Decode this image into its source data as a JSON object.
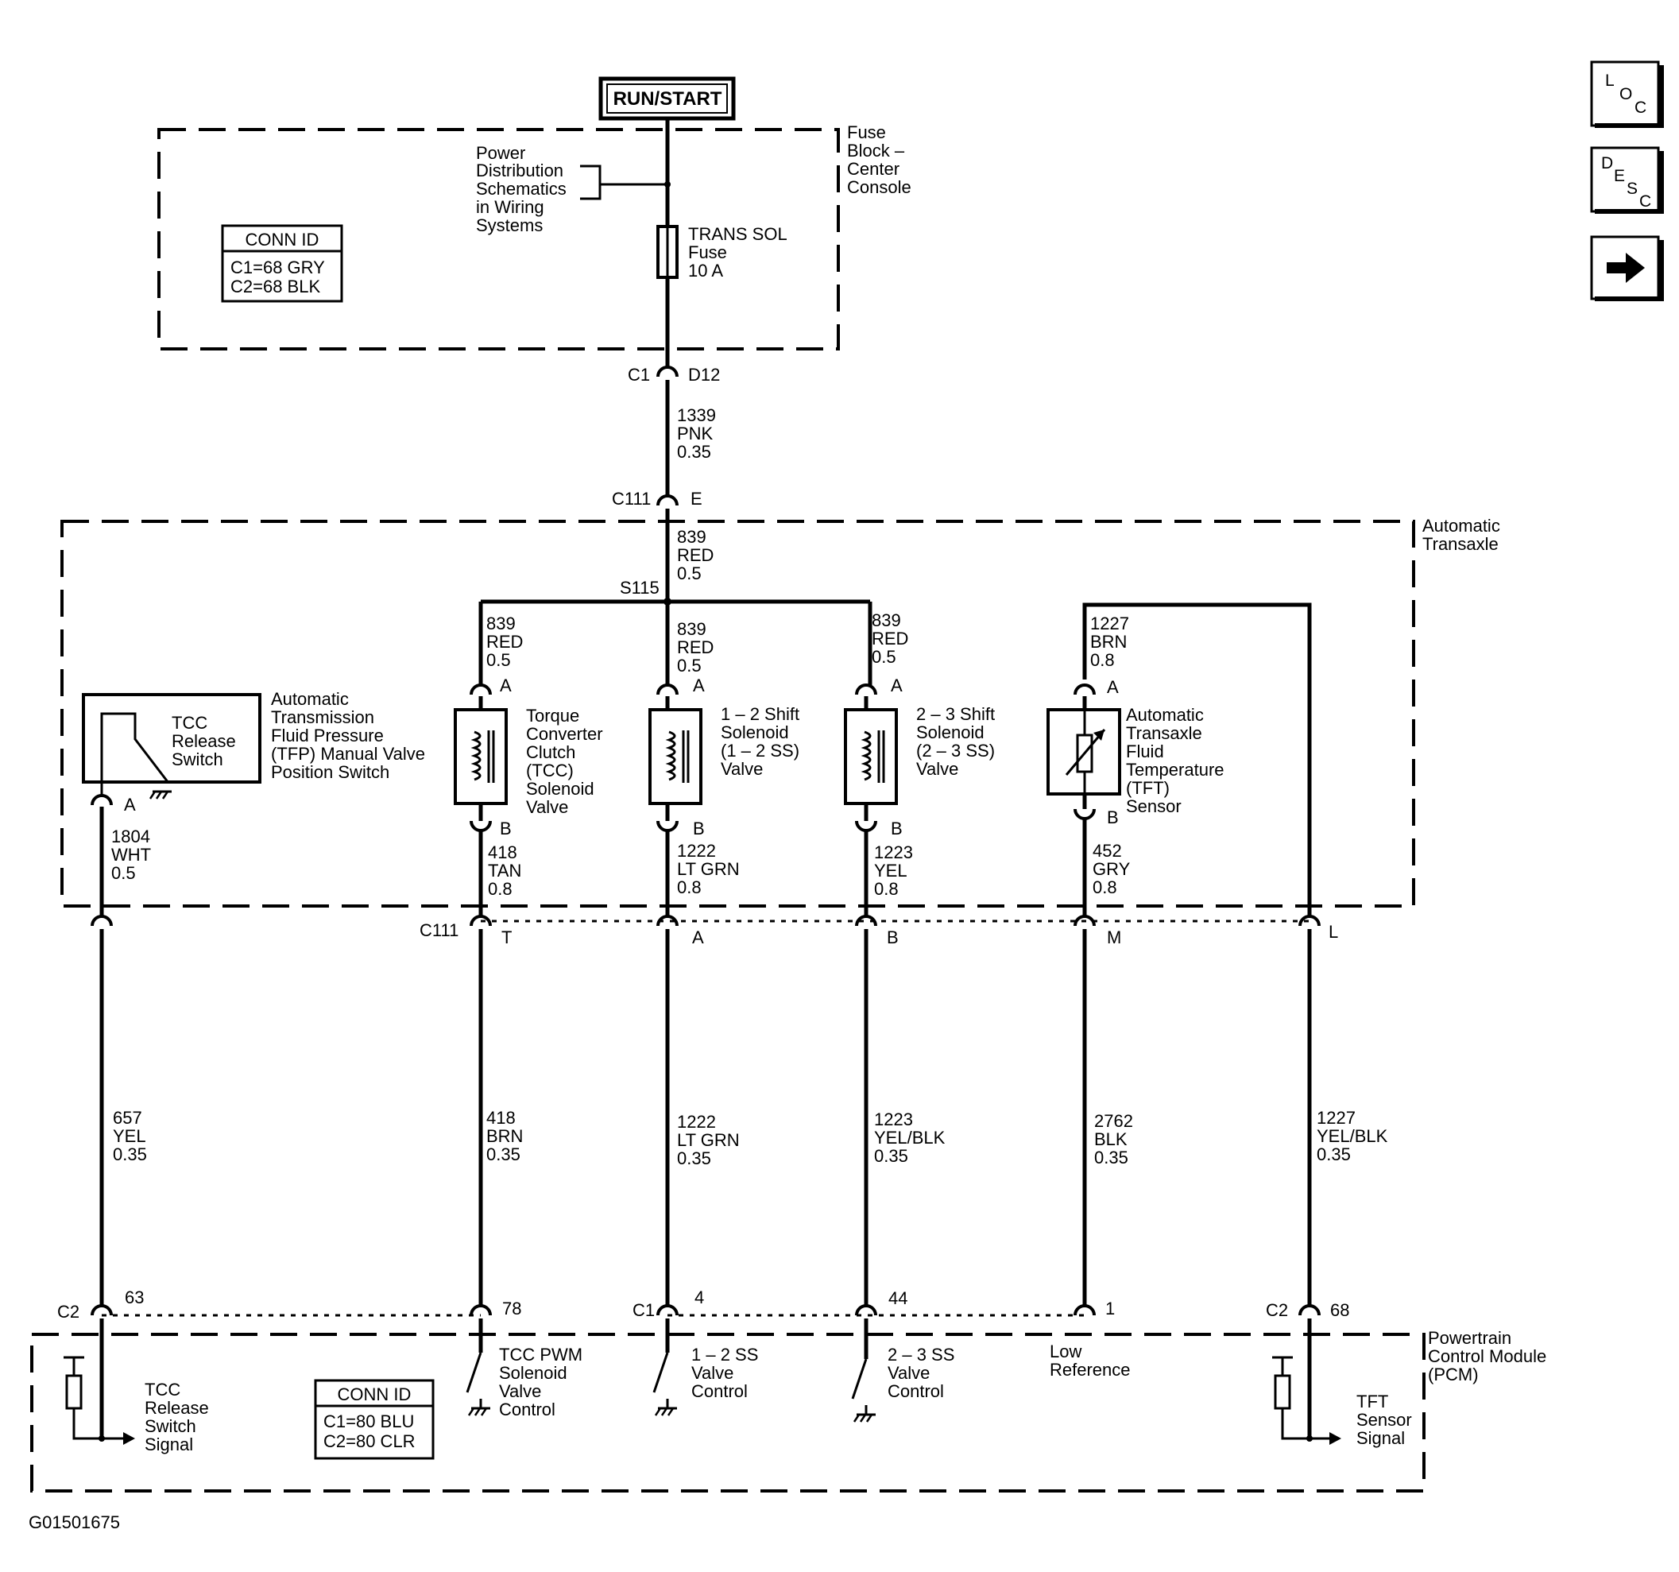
{
  "power": {
    "label": "RUN/START"
  },
  "fuse_block": {
    "name": [
      "Fuse",
      "Block –",
      "Center",
      "Console"
    ],
    "power_ref": [
      "Power",
      "Distribution",
      "Schematics",
      "in Wiring",
      "Systems"
    ],
    "fuse": [
      "TRANS SOL",
      "Fuse",
      "10 A"
    ],
    "conn_id": {
      "title": "CONN ID",
      "rows": [
        "C1=68 GRY",
        "C2=68 BLK"
      ]
    },
    "conn_left": "C1",
    "conn_right": "D12"
  },
  "wire_1339": [
    "1339",
    "PNK",
    "0.35"
  ],
  "c111_top": {
    "left": "C111",
    "right": "E"
  },
  "transaxle": {
    "name": [
      "Automatic",
      "Transaxle"
    ],
    "wire_839_main": [
      "839",
      "RED",
      "0.5"
    ],
    "splice": "S115",
    "tfp": {
      "inner": [
        "TCC",
        "Release",
        "Switch"
      ],
      "desc": [
        "Automatic",
        "Transmission",
        "Fluid Pressure",
        "(TFP) Manual Valve",
        "Position Switch"
      ],
      "pin": "A",
      "wire": [
        "1804",
        "WHT",
        "0.5"
      ]
    },
    "tcc": {
      "wire_a": [
        "839",
        "RED",
        "0.5"
      ],
      "pin_a": "A",
      "desc": [
        "Torque",
        "Converter",
        "Clutch",
        "(TCC)",
        "Solenoid",
        "Valve"
      ],
      "pin_b": "B",
      "wire_b": [
        "418",
        "TAN",
        "0.8"
      ]
    },
    "ss12": {
      "wire_a": [
        "839",
        "RED",
        "0.5"
      ],
      "pin_a": "A",
      "desc": [
        "1 – 2 Shift",
        "Solenoid",
        "(1 – 2 SS)",
        "Valve"
      ],
      "pin_b": "B",
      "wire_b": [
        "1222",
        "LT GRN",
        "0.8"
      ]
    },
    "ss23": {
      "wire_a": [
        "839",
        "RED",
        "0.5"
      ],
      "pin_a": "A",
      "desc": [
        "2 – 3 Shift",
        "Solenoid",
        "(2 – 3 SS)",
        "Valve"
      ],
      "pin_b": "B",
      "wire_b": [
        "1223",
        "YEL",
        "0.8"
      ]
    },
    "tft": {
      "wire_a": [
        "1227",
        "BRN",
        "0.8"
      ],
      "pin_a": "A",
      "desc": [
        "Automatic",
        "Transaxle",
        "Fluid",
        "Temperature",
        "(TFT)",
        "Sensor"
      ],
      "pin_b": "B",
      "wire_b": [
        "452",
        "GRY",
        "0.8"
      ]
    }
  },
  "c111_bottom": {
    "name": "C111",
    "pins": [
      "T",
      "A",
      "B",
      "M",
      "L"
    ]
  },
  "harness": {
    "w657": [
      "657",
      "YEL",
      "0.35"
    ],
    "w418": [
      "418",
      "BRN",
      "0.35"
    ],
    "w1222": [
      "1222",
      "LT GRN",
      "0.35"
    ],
    "w1223": [
      "1223",
      "YEL/BLK",
      "0.35"
    ],
    "w2762": [
      "2762",
      "BLK",
      "0.35"
    ],
    "w1227": [
      "1227",
      "YEL/BLK",
      "0.35"
    ]
  },
  "pcm": {
    "name": [
      "Powertrain",
      "Control Module",
      "(PCM)"
    ],
    "conn": {
      "c2a": "C2",
      "p63": "63",
      "p78": "78",
      "c1": "C1",
      "p4": "4",
      "p44": "44",
      "p1": "1",
      "c2b": "C2",
      "p68": "68"
    },
    "tcc_rel": [
      "TCC",
      "Release",
      "Switch",
      "Signal"
    ],
    "tcc_pwm": [
      "TCC PWM",
      "Solenoid",
      "Valve",
      "Control"
    ],
    "ss12_ctl": [
      "1 – 2 SS",
      "Valve",
      "Control"
    ],
    "ss23_ctl": [
      "2 – 3 SS",
      "Valve",
      "Control"
    ],
    "low_ref": [
      "Low",
      "Reference"
    ],
    "tft_sig": [
      "TFT",
      "Sensor",
      "Signal"
    ],
    "conn_id": {
      "title": "CONN ID",
      "rows": [
        "C1=80 BLU",
        "C2=80 CLR"
      ]
    }
  },
  "figure_id": "G01501675",
  "nav": {
    "loc": [
      "L",
      "O",
      "C"
    ],
    "desc": [
      "D",
      "E",
      "S",
      "C"
    ],
    "next_icon": "arrow-right-icon"
  }
}
